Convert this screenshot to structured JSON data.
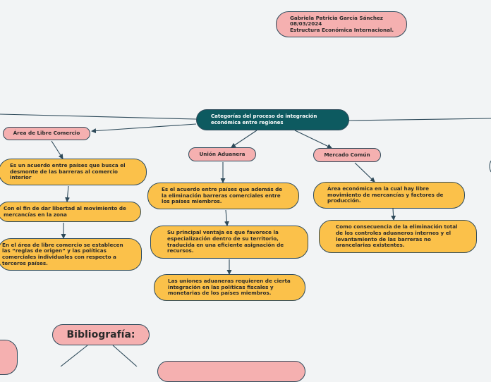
{
  "author_box": "Gabriela Patricia García Sánchez\n08/03/2024\nEstructura Económica Internacional.",
  "central": "Categorías del proceso de integración\neconómica entre regiones",
  "branches": {
    "alc": {
      "label": "Área de Libre Comercio",
      "items": [
        "Es un acuerdo entre países que busca el\ndesmonte de las barreras al comercio\ninterior",
        "Con el fin de dar libertad  al movimiento de\nmercancías en la zona",
        "En el área de libre comercio se establecen\nlas “reglas de origen” y las políticas\ncomerciales individuales con respecto a\nterceros países."
      ]
    },
    "ua": {
      "label": "Unión Aduanera",
      "items": [
        " Es el acuerdo entre países que además de\nla eliminación barreras comerciales entre\nlos países miembros.",
        "Su principal ventaja es que favorece la\nespecialización dentro de su territorio,\ntraducida en una eficiente asignación de\nrecursos.",
        "Las uniones aduaneras requieren de cierta\nintegración en las políticas fiscales y\nmonetarias de los países miembros."
      ]
    },
    "mc": {
      "label": "Mercado Común",
      "items": [
        "Área económica en la cual hay libre\nmovimiento de mercancías y factores de\nproducción.",
        " Como consecuencia de la eliminación total\nde los controles aduaneros internos y el\nlevantamiento de las barreras no\narancelarias existentes."
      ]
    }
  },
  "bibliografia": "Bibliografía:",
  "colors": {
    "central": "#0d5a60",
    "pink": "#f5b0b0",
    "yellow": "#fbc14a",
    "line": "#2e4a5a"
  }
}
